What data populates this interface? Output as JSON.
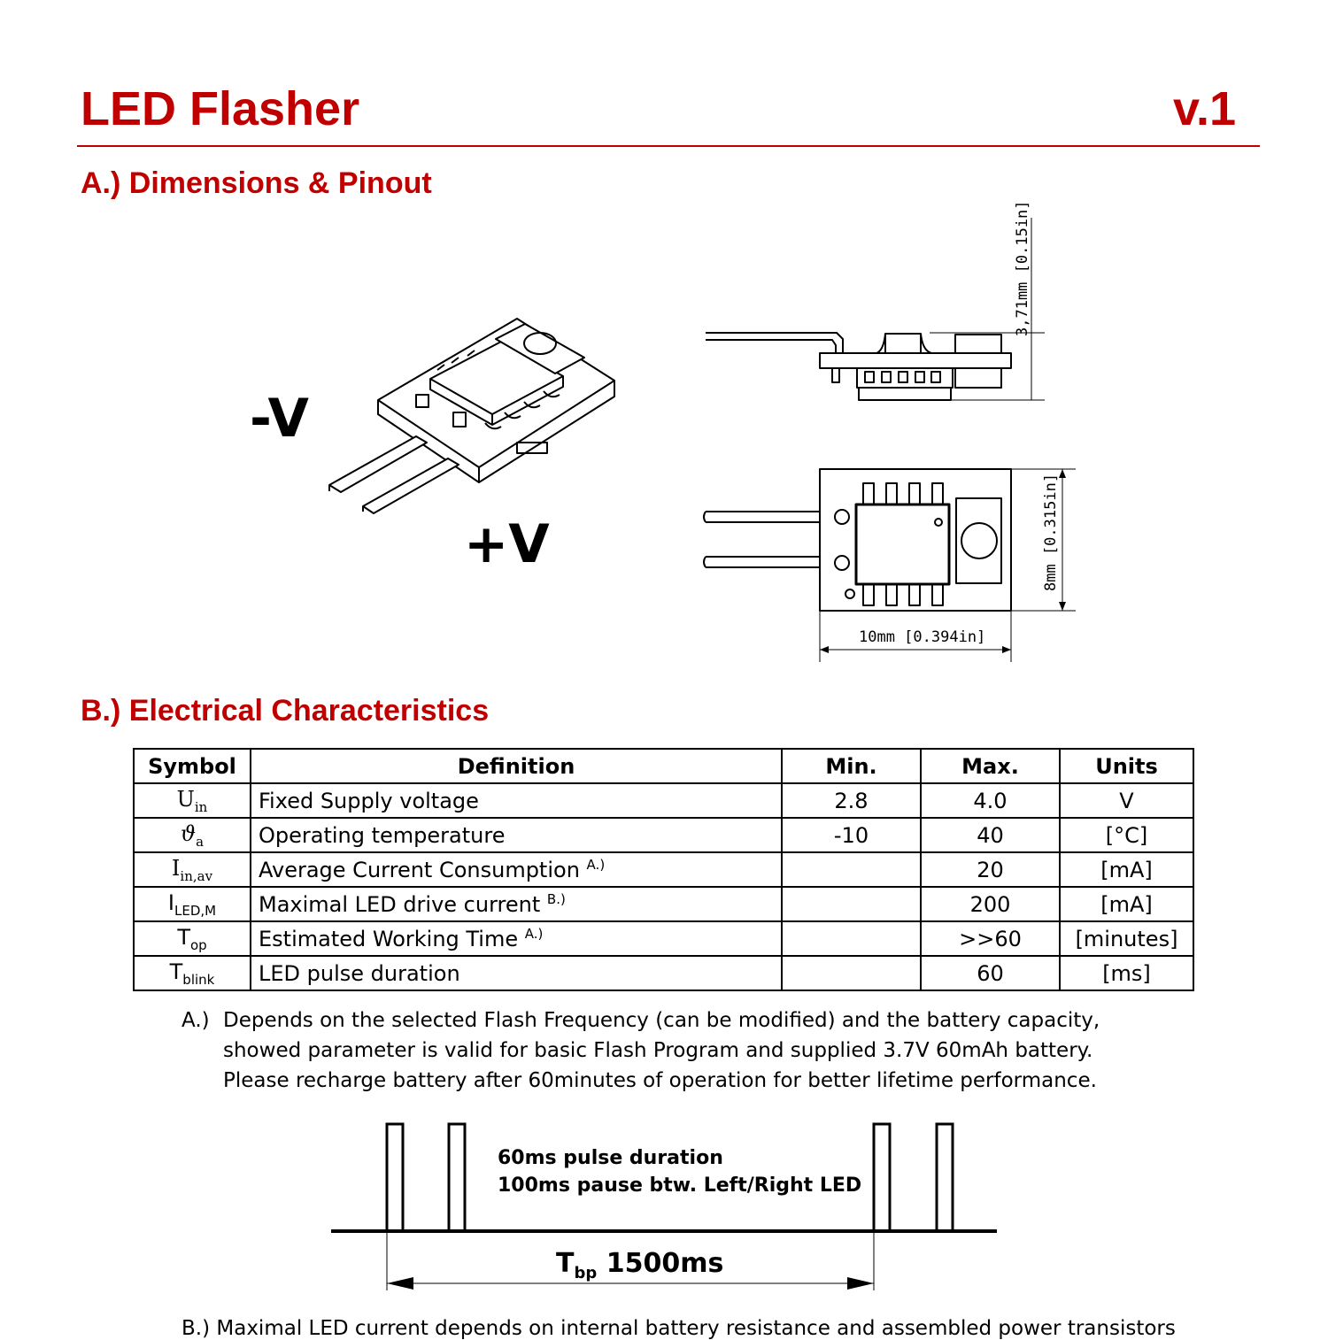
{
  "header": {
    "title": "LED Flasher",
    "version": "v.1"
  },
  "section_a": {
    "heading": "A.) Dimensions & Pinout",
    "neg_label": "-V",
    "pos_label": "+V",
    "dim_height": "3,71mm [0.15in]",
    "dim_width": "10mm [0.394in]",
    "dim_depth": "8mm [0.315in]"
  },
  "section_b": {
    "heading": "B.) Electrical Characteristics",
    "columns": [
      "Symbol",
      "Definition",
      "Min.",
      "Max.",
      "Units"
    ],
    "rows": [
      {
        "sym": "U",
        "sub": "in",
        "def": "Fixed Supply voltage",
        "sup": "",
        "min": "2.8",
        "max": "4.0",
        "unit": "V"
      },
      {
        "sym": "ϑ",
        "sub": "a",
        "def": "Operating temperature",
        "sup": "",
        "min": "-10",
        "max": "40",
        "unit": "[°C]"
      },
      {
        "sym": "I",
        "sub": "in,av",
        "def": "Average Current Consumption",
        "sup": "A.)",
        "min": "",
        "max": "20",
        "unit": "[mA]"
      },
      {
        "sym": "I",
        "sub": "LED,M",
        "def": "Maximal LED drive current",
        "sup": "B.)",
        "min": "",
        "max": "200",
        "unit": "[mA]"
      },
      {
        "sym": "T",
        "sub": "op",
        "def": "Estimated Working Time",
        "sup": "A.)",
        "min": "",
        "max": ">>60",
        "unit": "[minutes]"
      },
      {
        "sym": "T",
        "sub": "blink",
        "def": "LED pulse duration",
        "sup": "",
        "min": "",
        "max": "60",
        "unit": "[ms]"
      }
    ],
    "note_a_label": "A.)",
    "note_a": "Depends on the selected Flash Frequency (can be modified) and the battery capacity, showed parameter is valid for basic Flash Program and supplied 3.7V 60mAh battery. Please recharge battery after 60minutes of operation for better lifetime performance.",
    "pulse_line1": "60ms pulse duration",
    "pulse_line2": "100ms pause btw. Left/Right LED",
    "period_symbol": "T",
    "period_sub": "bp",
    "period_value": "1500ms",
    "note_b": "B.)  Maximal LED current depends on internal battery resistance and assembled power transistors"
  }
}
